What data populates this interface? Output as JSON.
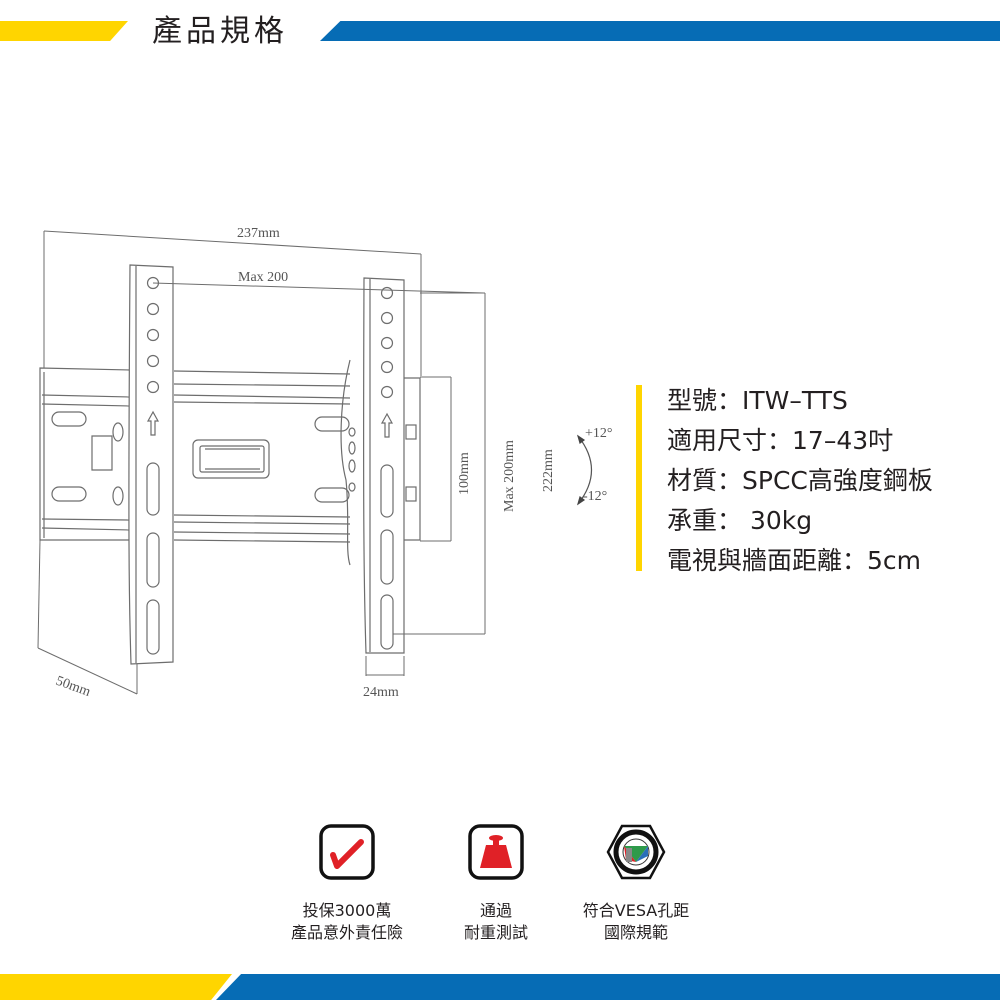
{
  "header": {
    "title": "產品規格",
    "colors": {
      "yellow": "#ffd500",
      "blue": "#066cb5"
    }
  },
  "drawing": {
    "dimensions": {
      "overall_width": "237mm",
      "vesa_max_horizontal": "Max 200",
      "vesa_min_vertical": "100mm",
      "vesa_max_vertical": "Max 200mm",
      "height": "222mm",
      "depth": "50mm",
      "arm_width": "24mm",
      "tilt_up": "+12°",
      "tilt_down": "-12°"
    }
  },
  "specs": {
    "items": [
      {
        "label": "型號",
        "separator": "：",
        "value": "ITW–TTS"
      },
      {
        "label": "適用尺寸",
        "separator": "：",
        "value": "17–43吋"
      },
      {
        "label": "材質",
        "separator": "：",
        "value": "SPCC高強度鋼板"
      },
      {
        "label": "承重",
        "separator": "： ",
        "value": "30kg"
      },
      {
        "label": "電視與牆面距離",
        "separator": "：",
        "value": "5cm"
      }
    ]
  },
  "features": [
    {
      "icon": "checkmark-icon",
      "line1": "投保3000萬",
      "line2": "產品意外責任險"
    },
    {
      "icon": "weight-icon",
      "line1": "通過",
      "line2": "耐重測試"
    },
    {
      "icon": "vesa-badge-icon",
      "line1": "符合VESA孔距",
      "line2": "國際規範"
    }
  ],
  "footer": {
    "colors": {
      "yellow": "#ffd500",
      "blue": "#066cb5"
    }
  }
}
